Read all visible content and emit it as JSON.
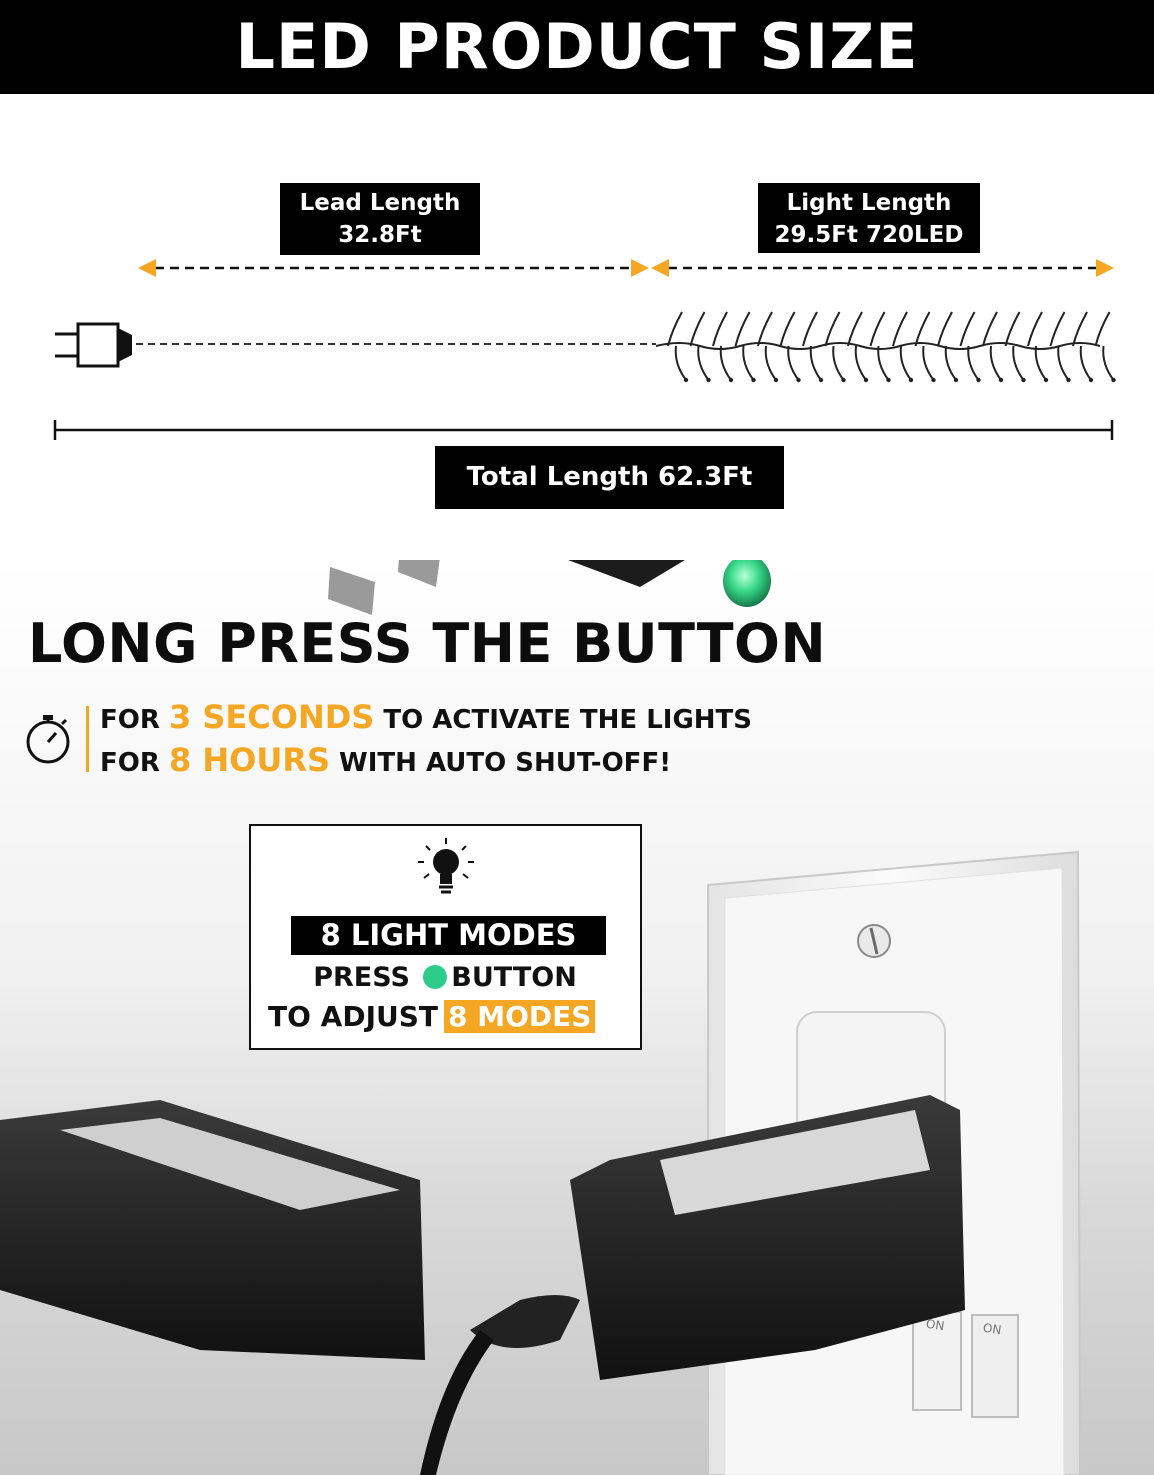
{
  "banner": {
    "title": "LED PRODUCT SIZE"
  },
  "lead": {
    "title": "Lead Length",
    "value": "32.8Ft"
  },
  "light": {
    "title": "Light Length",
    "value": "29.5Ft 720LED"
  },
  "total": {
    "label": "Total Length 62.3Ft"
  },
  "instructions": {
    "heading": "LONG PRESS THE BUTTON",
    "line1_prefix": "FOR ",
    "line1_highlight": "3 SECONDS",
    "line1_suffix": " TO ACTIVATE THE LIGHTS",
    "line2_prefix": "FOR ",
    "line2_highlight": "8 HOURS",
    "line2_suffix": " WITH AUTO SHUT-OFF!"
  },
  "modes": {
    "title": "8 LIGHT MODES",
    "press_prefix": "PRESS",
    "press_suffix": "BUTTON",
    "adjust_prefix": "TO ADJUST",
    "adjust_highlight": "8 MODES"
  },
  "switches": {
    "label_1": "ON",
    "label_2": "ON"
  },
  "colors": {
    "accent": "#f5a623",
    "button_green": "#2ecc8a",
    "banner": "#000000"
  },
  "icons": [
    "plug-icon",
    "stopwatch-icon",
    "bulb-icon"
  ]
}
